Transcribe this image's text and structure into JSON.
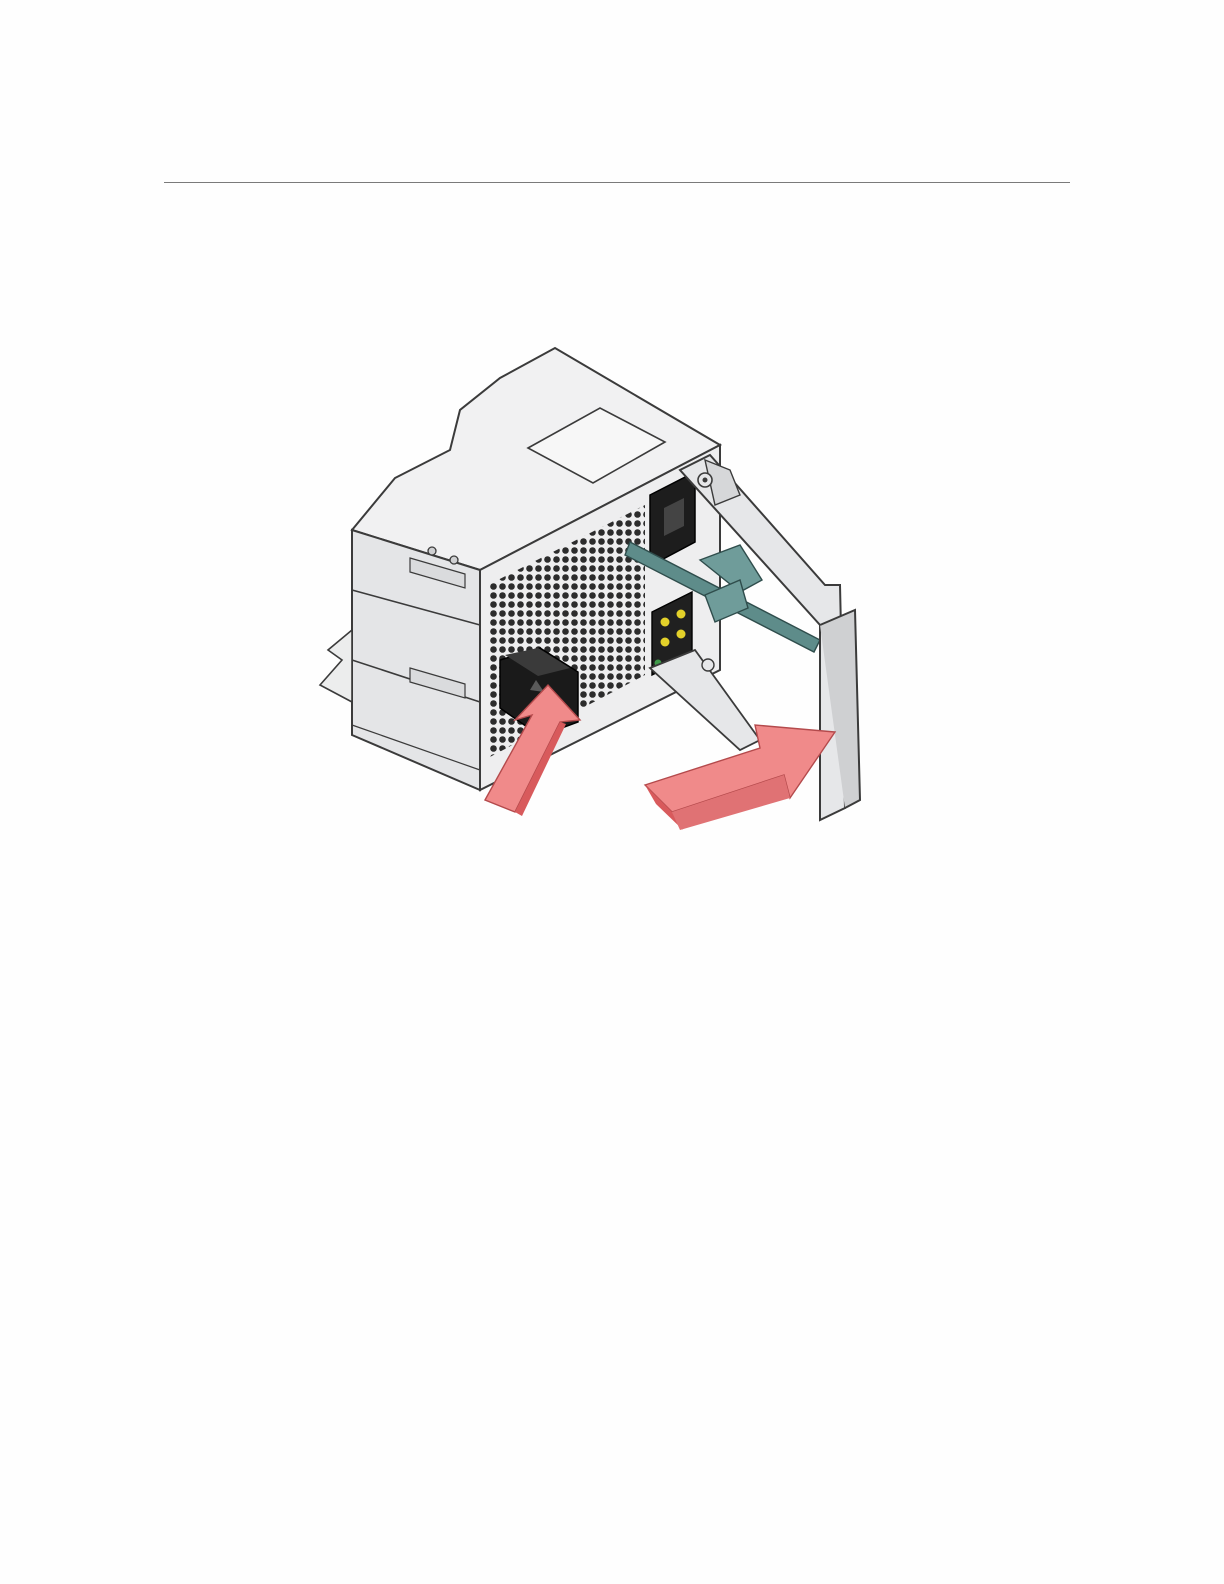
{
  "page": {
    "has_header_rule": true
  },
  "figure": {
    "subject": "power-supply-module-insertion",
    "icons": [
      "power-supply-chassis",
      "vent-grille",
      "ac-inlet",
      "status-leds",
      "release-latch",
      "ejector-handle",
      "push-arrow-latch",
      "push-arrow-handle"
    ],
    "colors": {
      "chassis": "#eeeeef",
      "chassis_shade": "#d6d7d9",
      "outline": "#3b3b3b",
      "vent_dots": "#2c2c2c",
      "latch": "#151515",
      "cable_teal": "#5e8c8a",
      "led_yellow": "#e3d12a",
      "led_green": "#3f9a4a",
      "arrow_fill": "#f08a8a",
      "arrow_shade": "#d85a5c"
    }
  }
}
